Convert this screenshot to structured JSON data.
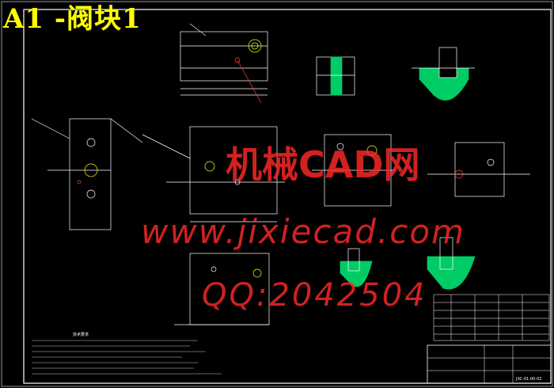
{
  "page": {
    "title": "A1 -阀块1"
  },
  "watermark": {
    "line1": "机械CAD网",
    "line2": "www.jixiecad.com",
    "line3": "QQ:2042504"
  },
  "technical_requirements": {
    "heading": "技术要求"
  },
  "title_block": {
    "code": "JXC-01-00-02"
  },
  "colors": {
    "background": "#000000",
    "lines": "#ffffff",
    "green": "#00cc66",
    "cyan": "#00c8c8",
    "yellow": "#ffff00",
    "watermark": "#ff2828"
  }
}
